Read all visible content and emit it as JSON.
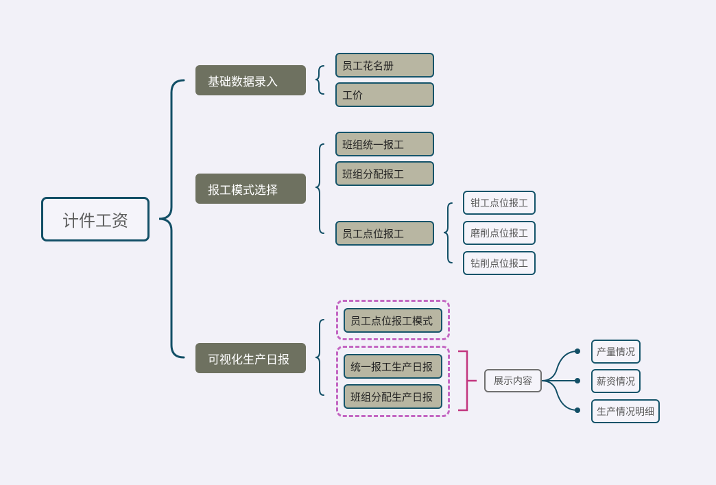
{
  "root": {
    "label": "计件工资"
  },
  "branches": [
    {
      "label": "基础数据录入",
      "children": [
        {
          "label": "员工花名册"
        },
        {
          "label": "工价"
        }
      ]
    },
    {
      "label": "报工模式选择",
      "children": [
        {
          "label": "班组统一报工"
        },
        {
          "label": "班组分配报工"
        },
        {
          "label": "员工点位报工",
          "children": [
            {
              "label": "钳工点位报工"
            },
            {
              "label": "磨削点位报工"
            },
            {
              "label": "钻削点位报工"
            }
          ]
        }
      ]
    },
    {
      "label": "可视化生产日报",
      "children": [
        {
          "label": "员工点位报工模式"
        },
        {
          "label": "统一报工生产日报"
        },
        {
          "label": "班组分配生产日报"
        }
      ],
      "summary": {
        "label": "展示内容",
        "children": [
          {
            "label": "产量情况"
          },
          {
            "label": "薪资情况"
          },
          {
            "label": "生产情况明细"
          }
        ]
      }
    }
  ],
  "colors": {
    "connector": "#124f66",
    "main_fill": "#6e7160",
    "sub_fill": "#b8b6a2",
    "boundary": "#c366c2",
    "summary_bracket": "#c2357e"
  }
}
